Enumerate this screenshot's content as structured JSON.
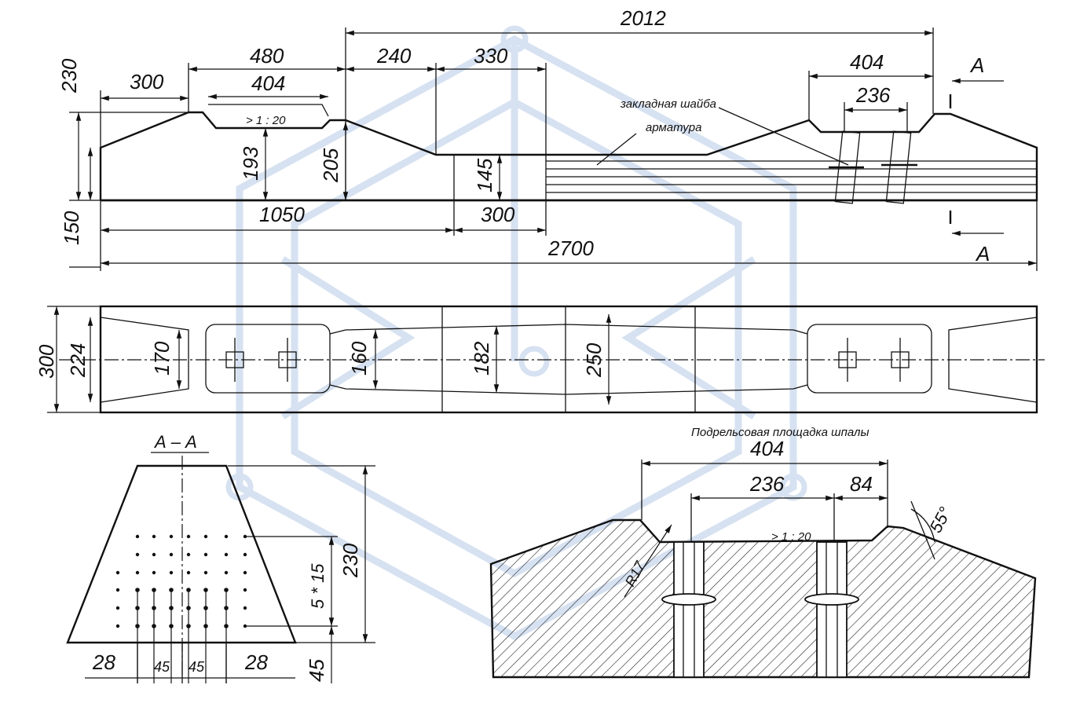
{
  "labels": {
    "rebar_washer": "закладная шайба",
    "rebar": "арматура",
    "slope": "> 1 : 20",
    "section_mark": "А",
    "section_title": "А – А",
    "rail_seat_title": "Подрельсовая площадка шпалы",
    "rebar_pitch": "5 * 15",
    "radius": "R17",
    "angle": "55°"
  },
  "elevation_dims": {
    "d_2012": "2012",
    "d_230": "230",
    "d_300_top": "300",
    "d_480": "480",
    "d_404_left": "404",
    "d_240": "240",
    "d_330": "330",
    "d_404_right": "404",
    "d_236": "236",
    "d_193": "193",
    "d_205": "205",
    "d_145": "145",
    "d_1050": "1050",
    "d_300_bottom": "300",
    "d_150": "150",
    "d_2700": "2700"
  },
  "plan_dims": {
    "d_300": "300",
    "d_224": "224",
    "d_170": "170",
    "d_160": "160",
    "d_182": "182",
    "d_250": "250"
  },
  "section_dims": {
    "d_230": "230",
    "d_45_right": "45",
    "d_28_left": "28",
    "d_45_a": "45",
    "d_45_b": "45",
    "d_28_right": "28"
  },
  "seat_dims": {
    "d_404": "404",
    "d_236": "236",
    "d_84": "84"
  }
}
